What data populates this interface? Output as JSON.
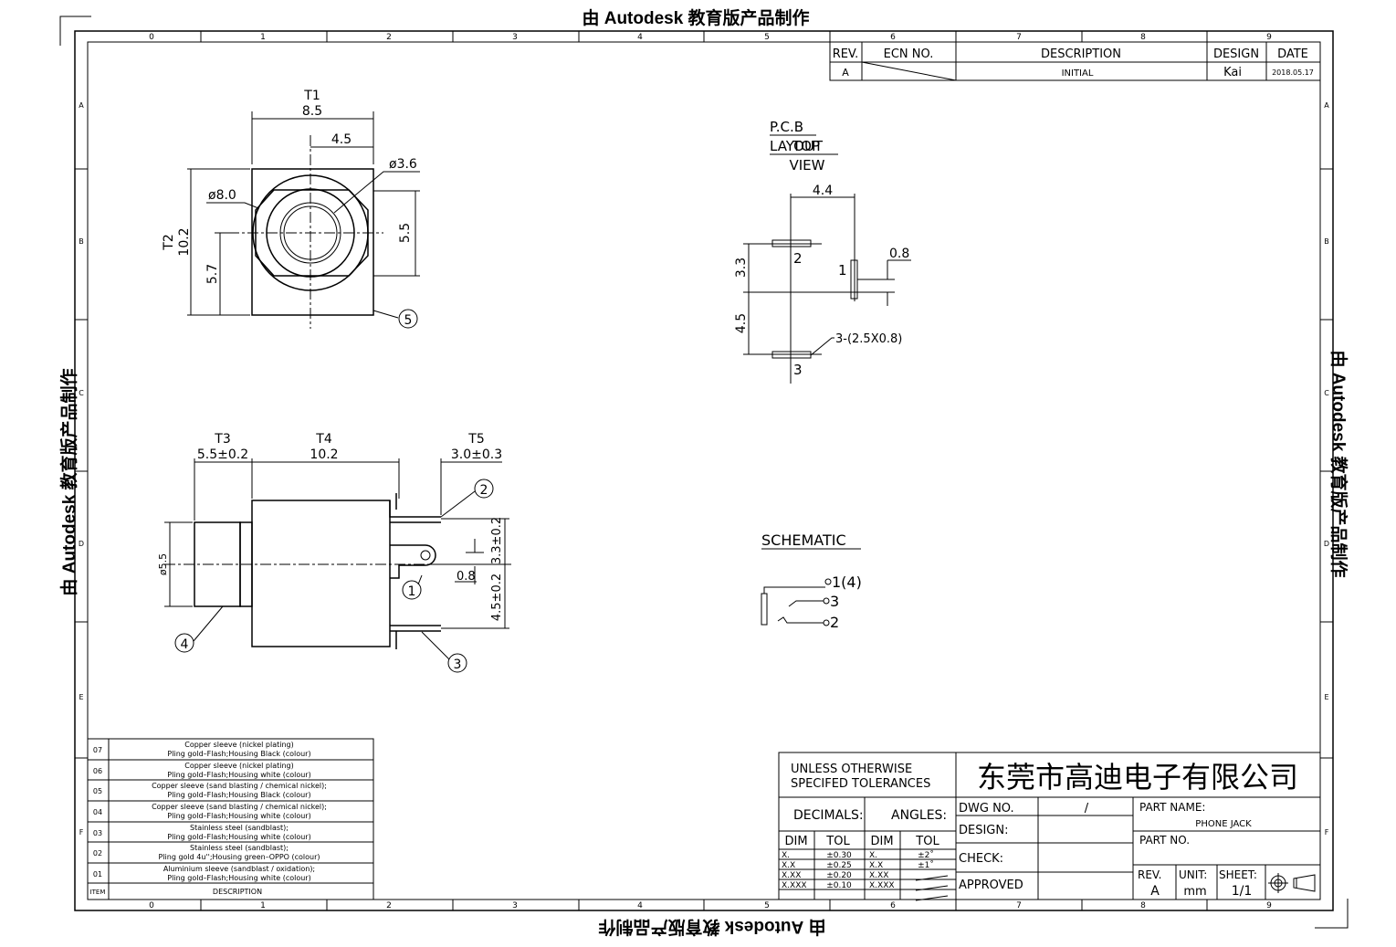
{
  "watermark": "由 Autodesk 教育版产品制作",
  "grid": {
    "columns": [
      "0",
      "1",
      "2",
      "3",
      "4",
      "5",
      "6",
      "7",
      "8",
      "9"
    ],
    "rows": [
      "A",
      "B",
      "C",
      "D",
      "E",
      "F"
    ]
  },
  "revision_table": {
    "headers": [
      "REV.",
      "ECN NO.",
      "DESCRIPTION",
      "DESIGN",
      "DATE"
    ],
    "row": {
      "rev": "A",
      "ecn": "",
      "description": "INITIAL",
      "design": "Kai",
      "date": "2018.05.17"
    }
  },
  "top_view": {
    "t1_label": "T1",
    "t1_value": "8.5",
    "half_width": "4.5",
    "inner_dia": "ø3.6",
    "outer_dia": "ø8.0",
    "t2_label": "T2",
    "t2_value": "10.2",
    "h_upper": "5.5",
    "h_lower": "5.7",
    "callout": "5"
  },
  "pcb_layout": {
    "title1": "P.C.B",
    "title2": "LAYOUT",
    "title2_overlay": "TOP",
    "title3": "VIEW",
    "width": "4.4",
    "pad_width": "0.8",
    "up": "3.3",
    "down": "4.5",
    "pad_spec": "3-(2.5X0.8)",
    "pin1": "1",
    "pin2": "2",
    "pin3": "3"
  },
  "side_view": {
    "t3_label": "T3",
    "t3_value": "5.5±0.2",
    "t4_label": "T4",
    "t4_value": "10.2",
    "t5_label": "T5",
    "t5_value": "3.0±0.3",
    "dia": "ø5.5",
    "pin_w": "0.8",
    "up_tol": "3.3±0.2",
    "down_tol": "4.5±0.2",
    "callout1": "1",
    "callout2": "2",
    "callout3": "3",
    "callout4": "4"
  },
  "schematic": {
    "title": "SCHEMATIC",
    "pin_a": "1(4)",
    "pin_b": "3",
    "pin_c": "2"
  },
  "materials_table": {
    "item_header": "ITEM",
    "desc_header": "DESCRIPTION",
    "rows": [
      {
        "item": "07",
        "l1": "Copper sleeve (nickel plating)",
        "l2": "Pling gold–Flash;Housing Black (colour)"
      },
      {
        "item": "06",
        "l1": "Copper sleeve (nickel plating)",
        "l2": "Pling gold–Flash;Housing white (colour)"
      },
      {
        "item": "05",
        "l1": "Copper sleeve (sand blasting / chemical nickel);",
        "l2": "Pling gold–Flash;Housing Black (colour)"
      },
      {
        "item": "04",
        "l1": "Copper sleeve (sand blasting / chemical nickel);",
        "l2": "Pling gold–Flash;Housing white (colour)"
      },
      {
        "item": "03",
        "l1": "Stainless steel (sandblast);",
        "l2": "Pling gold–Flash;Housing white (colour)"
      },
      {
        "item": "02",
        "l1": "Stainless steel (sandblast);",
        "l2": "Pling gold 4u'';Housing green–OPPO (colour)"
      },
      {
        "item": "01",
        "l1": "Aluminium sleeve (sandblast / oxidation);",
        "l2": "Pling gold–Flash;Housing white (colour)"
      }
    ]
  },
  "title_block": {
    "tolerance_title1": "UNLESS OTHERWISE",
    "tolerance_title2": "SPECIFED TOLERANCES",
    "decimals": "DECIMALS:",
    "angles": "ANGLES:",
    "dim": "DIM",
    "tol": "TOL",
    "dec_rows": [
      {
        "d": "X.",
        "t": "±0.30"
      },
      {
        "d": "X.X",
        "t": "±0.25"
      },
      {
        "d": "X.XX",
        "t": "±0.20"
      },
      {
        "d": "X.XXX",
        "t": "±0.10"
      }
    ],
    "ang_rows": [
      {
        "d": "X.",
        "t": "±2˚"
      },
      {
        "d": "X.X",
        "t": "±1˚"
      },
      {
        "d": "X.XX",
        "t": ""
      },
      {
        "d": "X.XXX",
        "t": ""
      }
    ],
    "company": "东莞市高迪电子有限公司",
    "dwg_no": "DWG NO.",
    "dwg_value": "/",
    "design": "DESIGN:",
    "check": "CHECK:",
    "approved": "APPROVED",
    "part_name": "PART NAME:",
    "part_name_value": "PHONE JACK",
    "part_no": "PART NO.",
    "rev": "REV.",
    "rev_value": "A",
    "unit": "UNIT:",
    "unit_value": "mm",
    "sheet": "SHEET:",
    "sheet_value": "1/1"
  }
}
